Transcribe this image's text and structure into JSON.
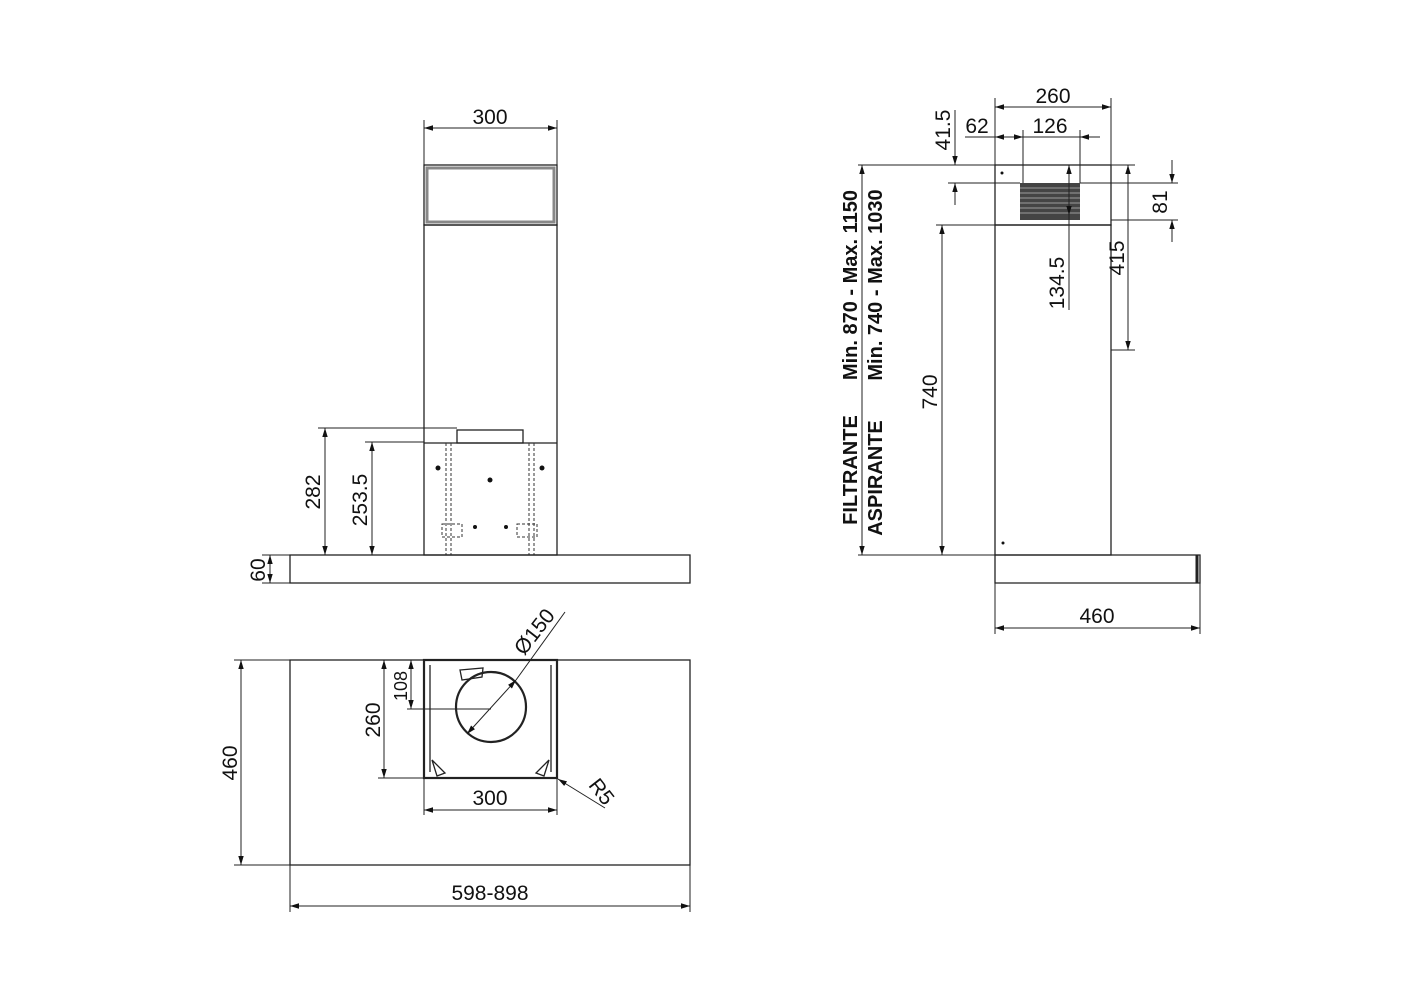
{
  "front_view": {
    "chimney_width": "300",
    "height_282": "282",
    "height_253_5": "253.5",
    "canopy_thickness": "60"
  },
  "top_view": {
    "depth": "460",
    "motor_depth": "260",
    "duct_offset": "108",
    "duct_diameter": "Ø150",
    "motor_width": "300",
    "corner_radius": "R5",
    "width_range": "598-898"
  },
  "side_view": {
    "chimney_depth": "260",
    "offset_62": "62",
    "outlet_126": "126",
    "dim_41_5": "41.5",
    "dim_81": "81",
    "dim_415": "415",
    "dim_134_5": "134.5",
    "dim_740": "740",
    "canopy_depth": "460",
    "filtrante_label": "FILTRANTE",
    "filtrante_range": "Min. 870 - Max. 1150",
    "aspirante_label": "ASPIRANTE",
    "aspirante_range": "Min. 740 - Max. 1030"
  },
  "colors": {
    "line": "#222222",
    "background": "#ffffff"
  }
}
